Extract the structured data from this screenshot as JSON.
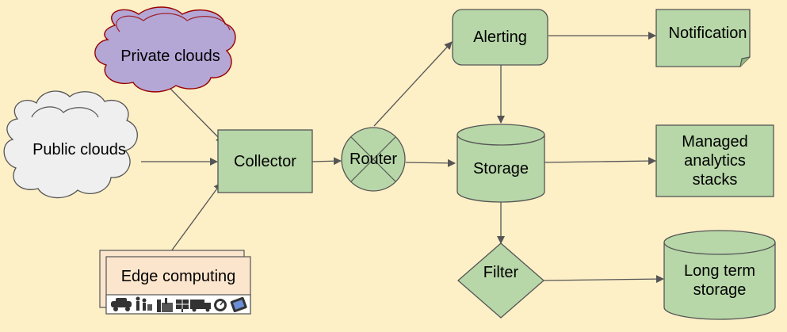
{
  "nodes": {
    "private_clouds": "Private clouds",
    "public_clouds": "Public clouds",
    "edge_computing": "Edge computing",
    "collector": "Collector",
    "router": "Router",
    "alerting": "Alerting",
    "storage": "Storage",
    "notification": "Notification",
    "managed_analytics": "Managed analytics stacks",
    "filter": "Filter",
    "long_term_storage": "Long term storage"
  },
  "colors": {
    "background": "#fdefc6",
    "node_green": "#b7d7a8",
    "private_cloud_fill": "#b4a7d6",
    "private_cloud_stroke": "#990000",
    "public_cloud_fill": "#efefef",
    "edge_fill": "#fce5cd",
    "stroke": "#555555"
  },
  "icons": [
    "car-icon",
    "people-icon",
    "factory-icon",
    "solar-panel-icon",
    "truck-icon",
    "gauge-icon",
    "tablet-icon"
  ]
}
